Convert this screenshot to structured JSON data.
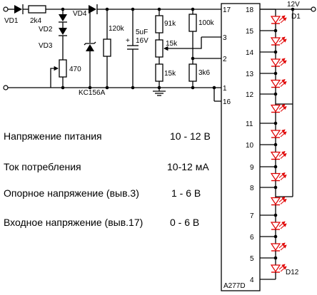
{
  "labels": {
    "vd1": "VD1",
    "r1": "2k4",
    "vd4": "VD4",
    "vd2": "VD2",
    "vd3": "VD3",
    "r470": "470",
    "zener": "KC156A",
    "r120": "120k",
    "cap": "5uF",
    "capv": "16V",
    "r91": "91k",
    "r15a": "15k",
    "r15b": "15k",
    "r100": "100k",
    "r3k6": "3k6",
    "ic": "A277D",
    "supply": "12V",
    "d1": "D1",
    "d12": "D12"
  },
  "pins": {
    "p17": "17",
    "p3": "3",
    "p2": "2",
    "p1": "1",
    "p16": "16",
    "p18": "18",
    "p15": "15",
    "p14": "14",
    "p13": "13",
    "p12": "12",
    "p11": "11",
    "p10": "10",
    "p9": "9",
    "p8": "8",
    "p7": "7",
    "p6": "6",
    "p5": "5",
    "p4": "4"
  },
  "specs": [
    {
      "name": "Напряжение питания",
      "value": "10 - 12 В"
    },
    {
      "name": "Ток потребления",
      "value": "10-12 мА"
    },
    {
      "name": "Опорное напряжение (выв.3)",
      "value": "1 - 6 В"
    },
    {
      "name": "Входное напряжение  (выв.17)",
      "value": "0 - 6 В"
    }
  ]
}
